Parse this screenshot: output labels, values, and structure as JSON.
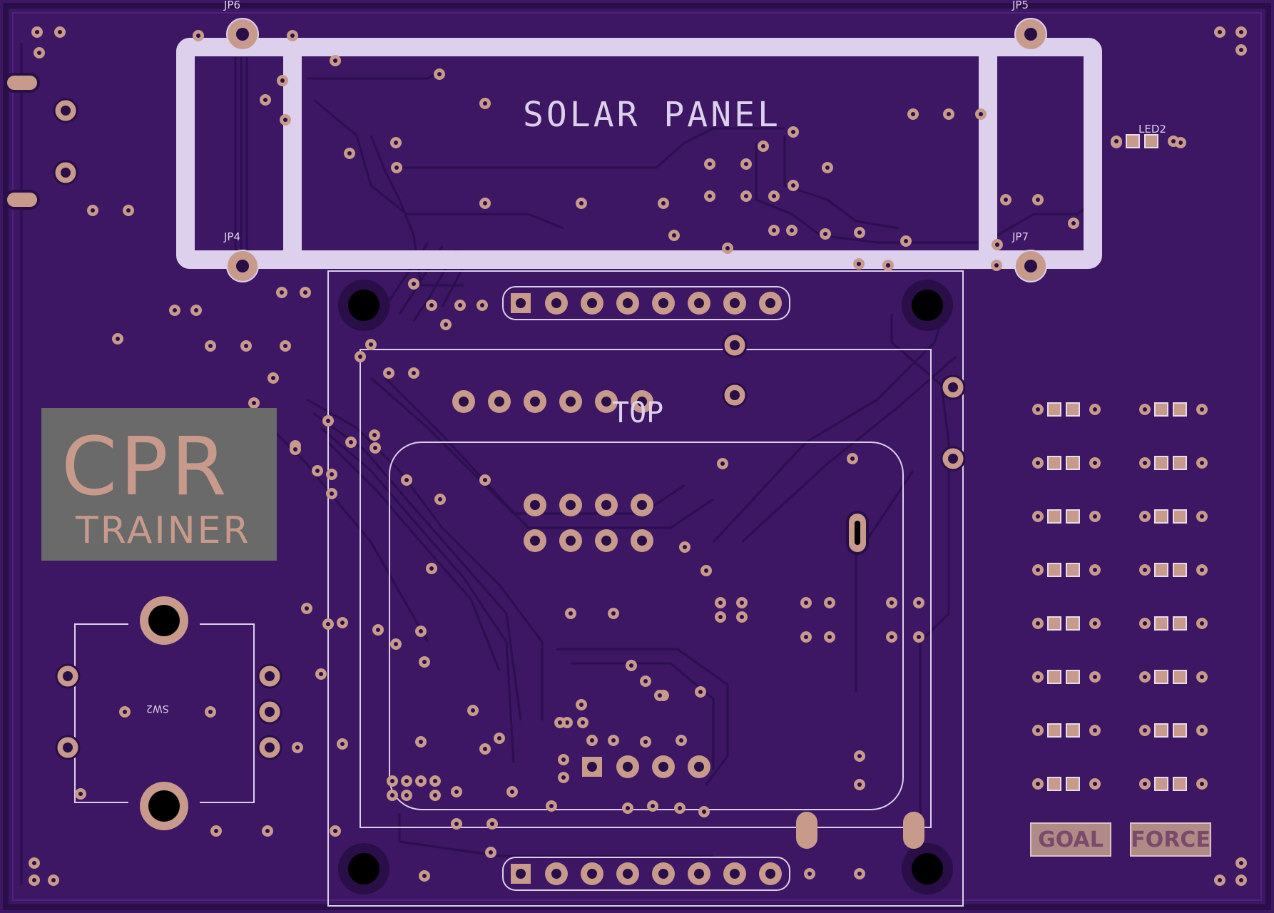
{
  "board": {
    "background_color": "#3d1664",
    "silkscreen_color": "#dcd0ea",
    "pad_color": "#c79a8c"
  },
  "labels": {
    "solar_panel": "SOLAR PANEL",
    "top": "TOP",
    "jp6": "JP6",
    "jp5": "JP5",
    "jp4": "JP4",
    "jp7": "JP7",
    "led2": "LED2",
    "sw2": "SW2"
  },
  "logo": {
    "line1": "CPR",
    "line2": "TRAINER"
  },
  "badges": {
    "goal": "GOAL",
    "force": "FORCE"
  }
}
